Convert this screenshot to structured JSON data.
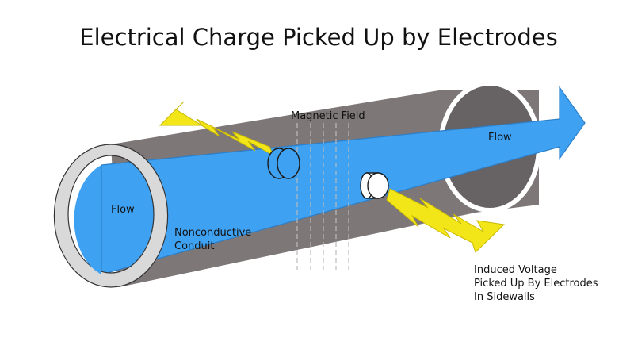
{
  "title": "Electrical Charge Picked Up by Electrodes",
  "labels": {
    "magnetic_field": "Magnetic Field",
    "flow_left": "Flow",
    "flow_right": "Flow",
    "conduit_line1": "Nonconductive",
    "conduit_line2": "Conduit",
    "voltage_line1": "Induced Voltage",
    "voltage_line2": "Picked Up By Electrodes",
    "voltage_line3": "In Sidewalls"
  },
  "colors": {
    "pipe": "#7d7778",
    "pipe_inner": "#cfcfcf",
    "pipe_back": "#676264",
    "flow": "#3fa1f2",
    "flow_dark": "#2c7fc8",
    "bolt": "#f2e619",
    "electrode": "#ffffff",
    "field_lines": "#bbbbbb"
  }
}
